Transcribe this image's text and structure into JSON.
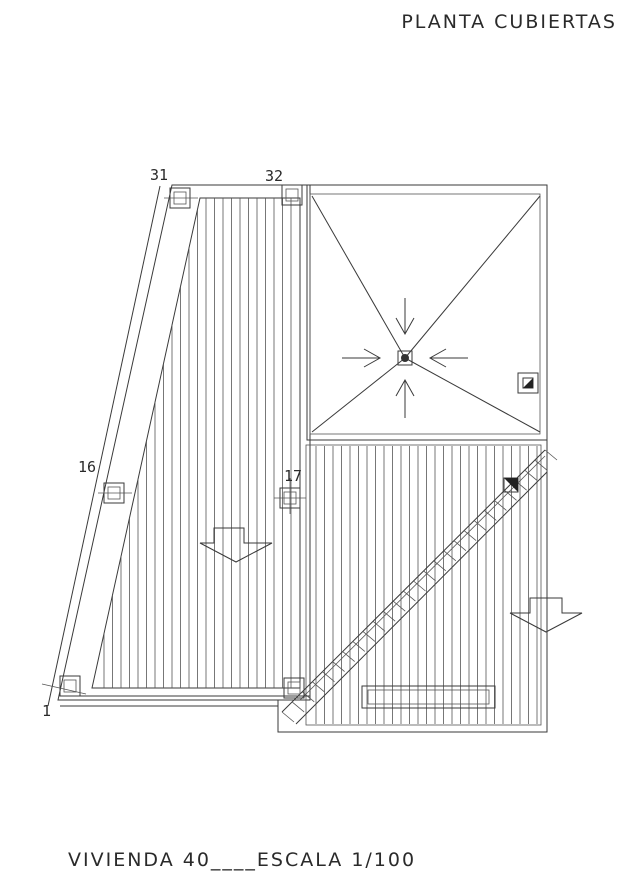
{
  "drawing": {
    "title": "PLANTA CUBIERTAS",
    "footer": "VIVIENDA 40____ESCALA 1/100",
    "columns": [
      {
        "label": "31"
      },
      {
        "label": "32"
      },
      {
        "label": "16"
      },
      {
        "label": "17"
      },
      {
        "label": "1"
      }
    ]
  }
}
